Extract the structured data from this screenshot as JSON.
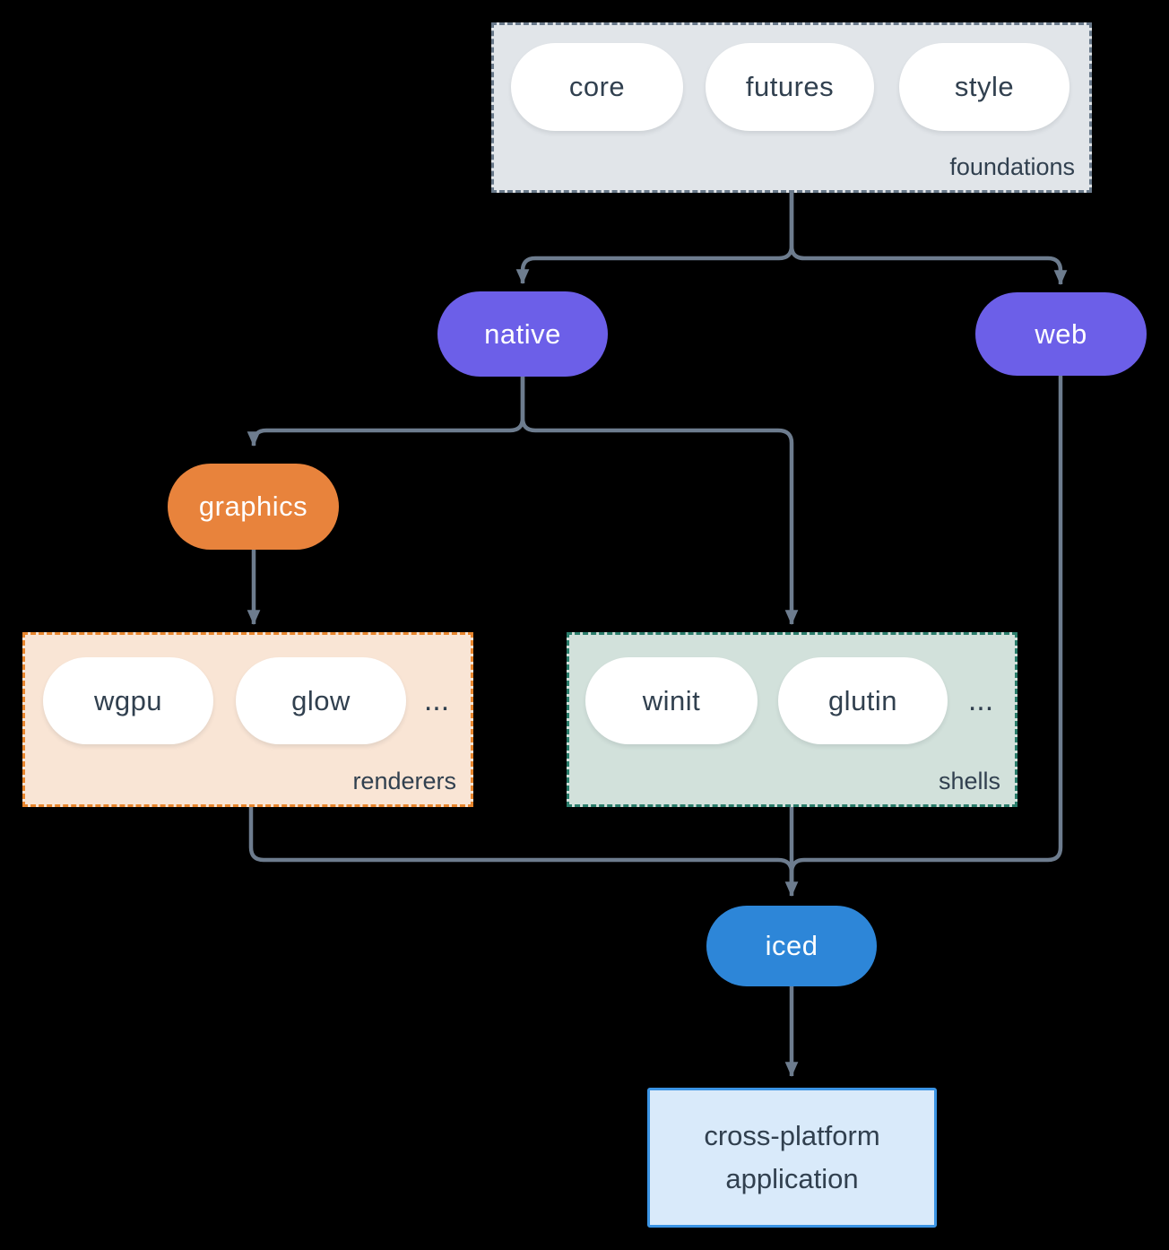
{
  "nodes": {
    "native": "native",
    "web": "web",
    "graphics": "graphics",
    "iced": "iced"
  },
  "groups": {
    "foundations": {
      "label": "foundations",
      "pills": [
        "core",
        "futures",
        "style"
      ]
    },
    "renderers": {
      "label": "renderers",
      "pills": [
        "wgpu",
        "glow"
      ],
      "more": "..."
    },
    "shells": {
      "label": "shells",
      "pills": [
        "winit",
        "glutin"
      ],
      "more": "..."
    }
  },
  "app": {
    "line1": "cross-platform",
    "line2": "application"
  },
  "colors": {
    "background": "#000000",
    "arrow": "#6d7c8e",
    "foundations_fill": "#e1e5e9",
    "foundations_border": "#69798a",
    "purple": "#6c5fe8",
    "orange": "#e8833c",
    "renderers_fill": "#f9e5d5",
    "renderers_border": "#e8862e",
    "shells_fill": "#d2e1db",
    "shells_border": "#2a7d6b",
    "blue": "#2d86d8",
    "app_fill": "#d9eafa",
    "app_border": "#3b94e4",
    "dark_text": "#31404f",
    "pill_text_light": "#ffffff"
  }
}
